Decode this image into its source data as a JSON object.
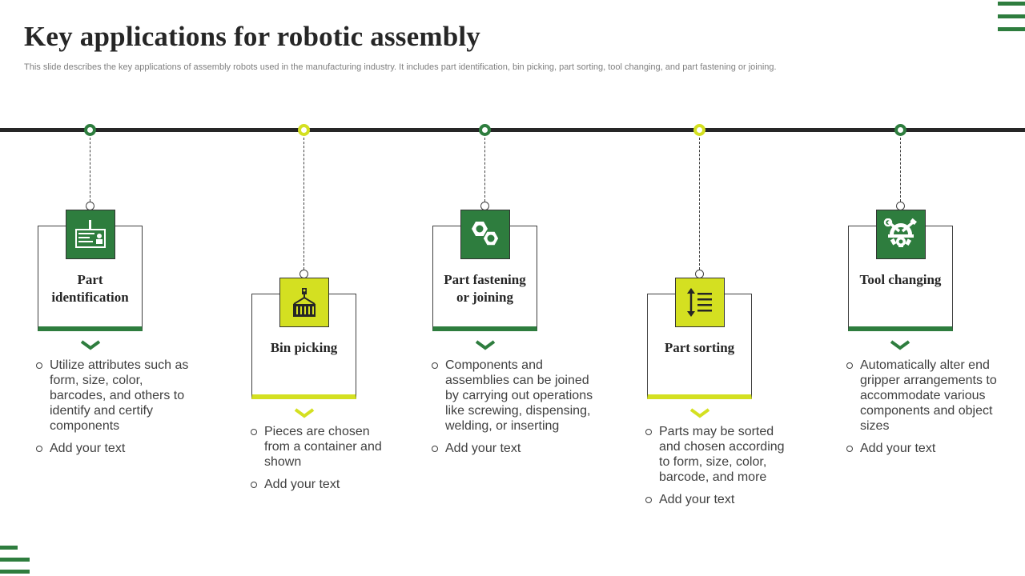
{
  "header": {
    "title": "Key applications for robotic assembly",
    "subtitle": "This slide describes the key applications of assembly robots used in the manufacturing industry. It includes part identification, bin picking, part sorting, tool changing, and part fastening or joining."
  },
  "colors": {
    "green": "#2e7d3e",
    "yellow": "#d4e021",
    "dark": "#262626"
  },
  "steps": [
    {
      "label_line1": "Part",
      "label_line2": "identification",
      "icon": "id-card-icon",
      "bullets": [
        "Utilize attributes such as form, size, color, barcodes, and others to identify and certify components",
        "Add your text"
      ]
    },
    {
      "label_line1": "Bin picking",
      "label_line2": "",
      "icon": "crane-container-icon",
      "bullets": [
        "Pieces are chosen from a container and shown",
        "Add your text"
      ]
    },
    {
      "label_line1": "Part fastening",
      "label_line2": "or joining",
      "icon": "hex-nuts-icon",
      "bullets": [
        "Components and assemblies can be joined by carrying out operations like screwing, dispensing, welding, or inserting",
        "Add your text"
      ]
    },
    {
      "label_line1": "Part sorting",
      "label_line2": "",
      "icon": "sort-list-icon",
      "bullets": [
        "Parts may be sorted and chosen according to form, size, color, barcode, and more",
        "Add your text"
      ]
    },
    {
      "label_line1": "Tool changing",
      "label_line2": "",
      "icon": "gear-tools-icon",
      "bullets": [
        "Automatically alter end gripper arrangements to accommodate various components and object sizes",
        "Add your text"
      ]
    }
  ]
}
